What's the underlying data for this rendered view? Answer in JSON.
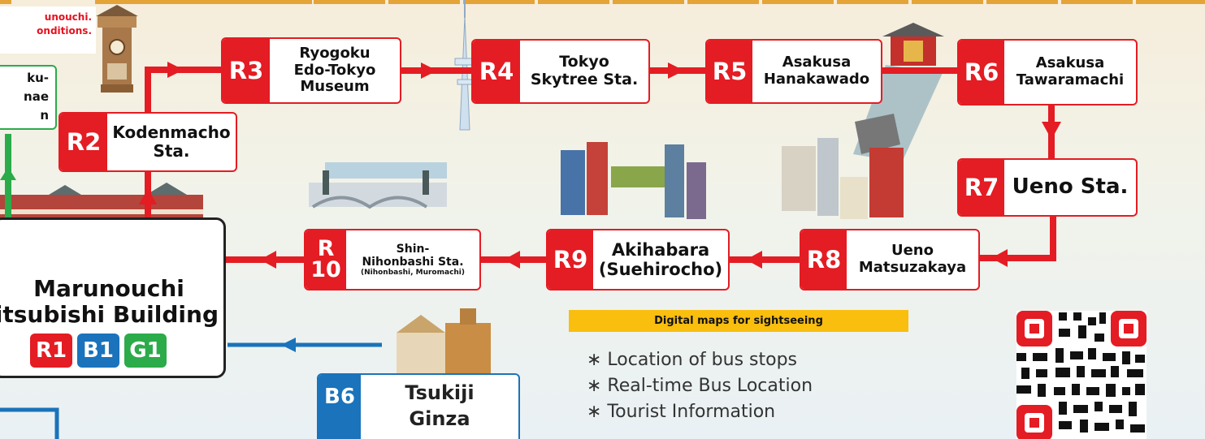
{
  "notice": {
    "line1": "unouchi.",
    "line2": "onditions."
  },
  "stops": {
    "r2": {
      "code": "R2",
      "line1": "Kodenmacho",
      "line2": "Sta."
    },
    "r3": {
      "code": "R3",
      "line1": "Ryogoku",
      "line2": "Edo-Tokyo",
      "line3": "Museum"
    },
    "r4": {
      "code": "R4",
      "line1": "Tokyo",
      "line2": "Skytree Sta."
    },
    "r5": {
      "code": "R5",
      "line1": "Asakusa",
      "line2": "Hanakawado"
    },
    "r6": {
      "code": "R6",
      "line1": "Asakusa",
      "line2": "Tawaramachi"
    },
    "r7": {
      "code": "R7",
      "line1": "Ueno Sta."
    },
    "r8": {
      "code": "R8",
      "line1": "Ueno",
      "line2": "Matsuzakaya"
    },
    "r9": {
      "code": "R9",
      "line1": "Akihabara",
      "line2": "(Suehirocho)"
    },
    "r10": {
      "code_top": "R",
      "code_bottom": "10",
      "line1": "Shin-",
      "line2": "Nihonbashi Sta.",
      "line3": "(Nihonbashi, Muromachi)"
    },
    "green": {
      "line1": "ku-",
      "line2": "nae",
      "line3": "n"
    },
    "b6": {
      "code": "B6",
      "line1": "Tsukiji",
      "line2": "Ginza"
    }
  },
  "main_stop": {
    "line1": "Marunouchi",
    "line2": "itsubishi Building",
    "chips": [
      {
        "label": "R1",
        "color": "#e41c23"
      },
      {
        "label": "B1",
        "color": "#1a73bb"
      },
      {
        "label": "G1",
        "color": "#2bab4a"
      }
    ]
  },
  "digital": {
    "title": "Digital maps for sightseeing",
    "items": [
      "∗ Location of bus stops",
      "∗ Real-time Bus Location",
      "∗ Tourist Information"
    ]
  },
  "colors": {
    "red_route": "#e41c23",
    "blue_route": "#1a73bb",
    "green_route": "#2bab4a",
    "yellow_bar": "#f9be0e"
  }
}
